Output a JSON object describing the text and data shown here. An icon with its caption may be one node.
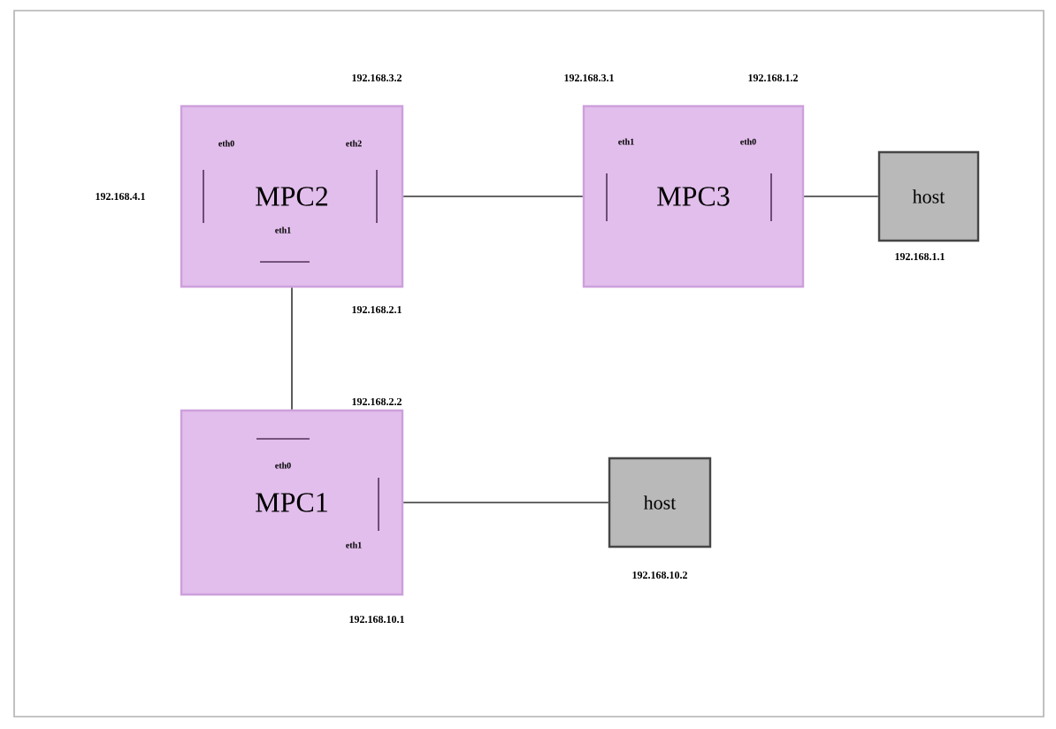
{
  "diagram": {
    "nodes": [
      {
        "text": [
          "eth0",
          "eth2",
          "MPC2",
          "eth1"
        ],
        "beside": [
          "192.168.3.2",
          "192.168.4.1",
          "192.168.2.1"
        ]
      },
      {
        "text": [
          "eth1",
          "eth0",
          "MPC3"
        ],
        "beside": [
          "192.168.3.1",
          "192.168.1.2"
        ]
      },
      {
        "text": [
          "host"
        ],
        "beside": [
          "192.168.1.1"
        ]
      },
      {
        "text": [
          "eth0",
          "MPC1",
          "eth1"
        ],
        "beside": [
          "192.168.2.2",
          "192.168.10.1"
        ]
      },
      {
        "text": [
          "host"
        ],
        "beside": [
          "192.168.10.2"
        ]
      }
    ],
    "edges": [
      {
        "from": 0,
        "to": 1,
        "arrow": "none"
      },
      {
        "from": 1,
        "to": 2,
        "arrow": "none"
      },
      {
        "from": 0,
        "to": 3,
        "arrow": "none"
      },
      {
        "from": 3,
        "to": 4,
        "arrow": "none"
      }
    ]
  }
}
